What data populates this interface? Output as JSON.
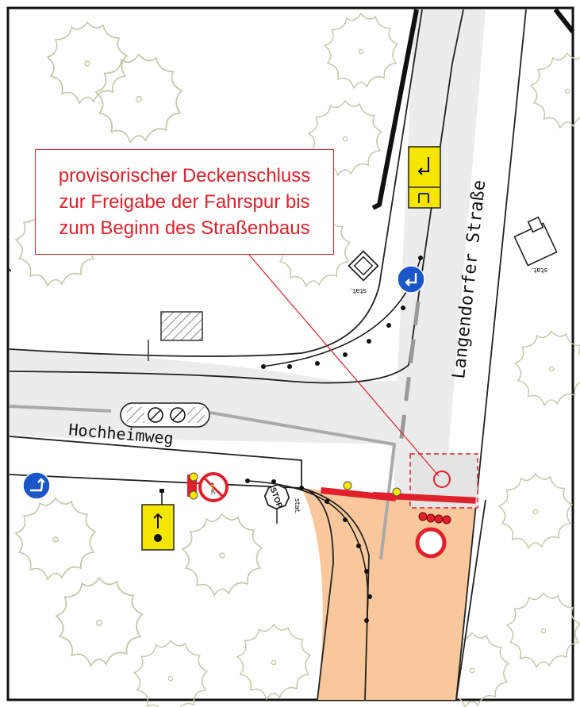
{
  "callout": {
    "lines": [
      "provisorischer Deckenschluss",
      "zur Freigabe der Fahrspur bis",
      "zum Beginn des Straßenbaus"
    ]
  },
  "streets": {
    "main": "Langendorfer Straße",
    "side": "Hochheimweg"
  },
  "signs": {
    "stop": "STOP",
    "stat_label": "stat."
  },
  "colors": {
    "callout_red": "#e0202a",
    "sidewalk_fill": "#f8c89c",
    "patch_fill": "#e4e4e4",
    "tree_stroke": "#c2c8a8",
    "sign_blue": "#1a56c8",
    "sign_yellow": "#f4e600"
  }
}
